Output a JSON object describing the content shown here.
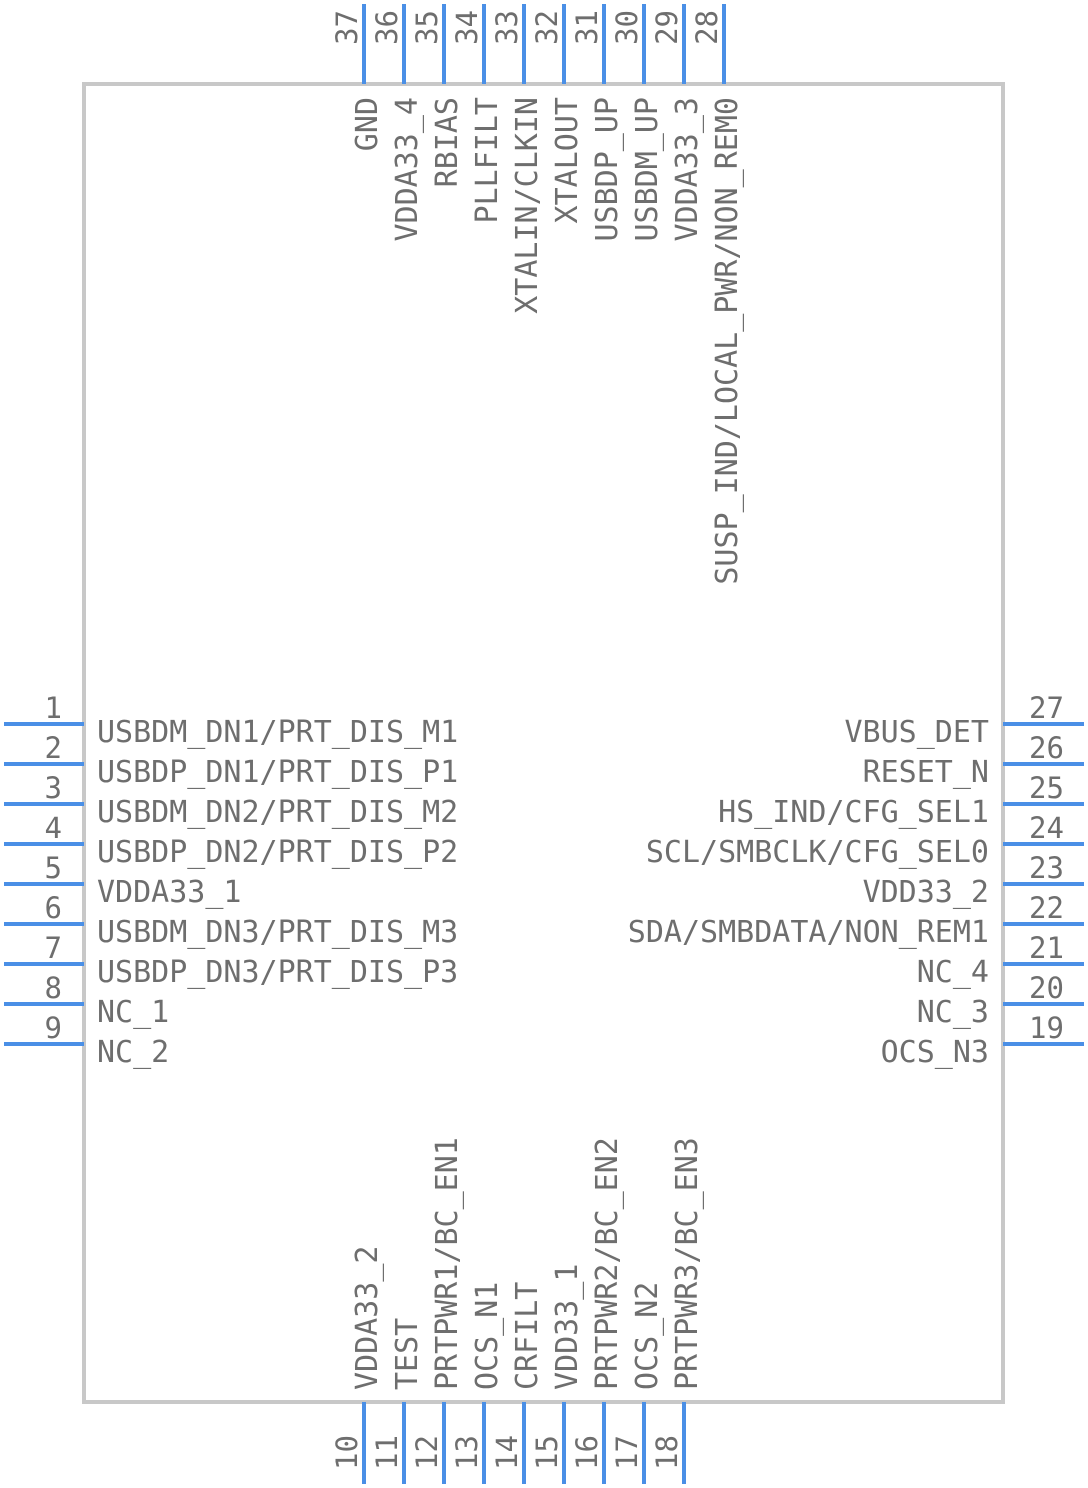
{
  "colors": {
    "body_outline": "#c8c8c8",
    "pin": "#4a8fe6",
    "text": "#6e6e6e"
  },
  "left_pins": [
    {
      "num": "1",
      "name": "USBDM_DN1/PRT_DIS_M1"
    },
    {
      "num": "2",
      "name": "USBDP_DN1/PRT_DIS_P1"
    },
    {
      "num": "3",
      "name": "USBDM_DN2/PRT_DIS_M2"
    },
    {
      "num": "4",
      "name": "USBDP_DN2/PRT_DIS_P2"
    },
    {
      "num": "5",
      "name": "VDDA33_1"
    },
    {
      "num": "6",
      "name": "USBDM_DN3/PRT_DIS_M3"
    },
    {
      "num": "7",
      "name": "USBDP_DN3/PRT_DIS_P3"
    },
    {
      "num": "8",
      "name": "NC_1"
    },
    {
      "num": "9",
      "name": "NC_2"
    }
  ],
  "right_pins": [
    {
      "num": "27",
      "name": "VBUS_DET"
    },
    {
      "num": "26",
      "name": "RESET_N"
    },
    {
      "num": "25",
      "name": "HS_IND/CFG_SEL1"
    },
    {
      "num": "24",
      "name": "SCL/SMBCLK/CFG_SEL0"
    },
    {
      "num": "23",
      "name": "VDD33_2"
    },
    {
      "num": "22",
      "name": "SDA/SMBDATA/NON_REM1"
    },
    {
      "num": "21",
      "name": "NC_4"
    },
    {
      "num": "20",
      "name": "NC_3"
    },
    {
      "num": "19",
      "name": "OCS_N3"
    }
  ],
  "top_pins": [
    {
      "num": "37",
      "name": "GND"
    },
    {
      "num": "36",
      "name": "VDDA33_4"
    },
    {
      "num": "35",
      "name": "RBIAS"
    },
    {
      "num": "34",
      "name": "PLLFILT"
    },
    {
      "num": "33",
      "name": "XTALIN/CLKIN"
    },
    {
      "num": "32",
      "name": "XTALOUT"
    },
    {
      "num": "31",
      "name": "USBDP_UP"
    },
    {
      "num": "30",
      "name": "USBDM_UP"
    },
    {
      "num": "29",
      "name": "VDDA33_3"
    },
    {
      "num": "28",
      "name": "SUSP_IND/LOCAL_PWR/NON_REM0"
    }
  ],
  "bottom_pins": [
    {
      "num": "10",
      "name": "VDDA33_2"
    },
    {
      "num": "11",
      "name": "TEST"
    },
    {
      "num": "12",
      "name": "PRTPWR1/BC_EN1"
    },
    {
      "num": "13",
      "name": "OCS_N1"
    },
    {
      "num": "14",
      "name": "CRFILT"
    },
    {
      "num": "15",
      "name": "VDD33_1"
    },
    {
      "num": "16",
      "name": "PRTPWR2/BC_EN2"
    },
    {
      "num": "17",
      "name": "OCS_N2"
    },
    {
      "num": "18",
      "name": "PRTPWR3/BC_EN3"
    }
  ]
}
